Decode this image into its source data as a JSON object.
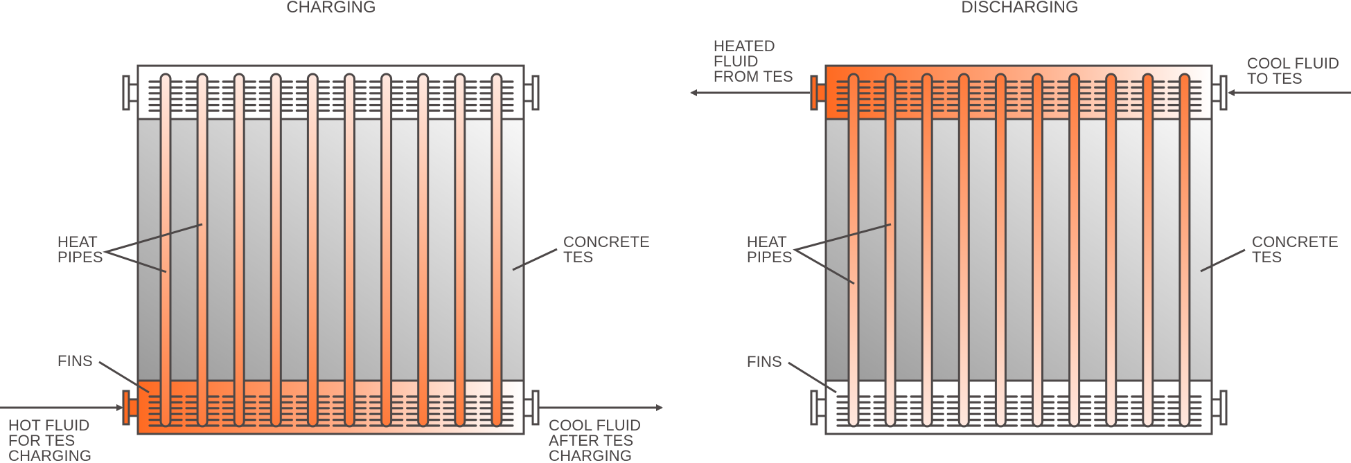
{
  "colors": {
    "outline": "#4d4848",
    "hot": "#ff6a21",
    "warm": "#ff9a6a",
    "pale": "#ffe6dc",
    "concrete_dark": "#999999",
    "concrete_light": "#f8f8f8"
  },
  "panels": [
    {
      "id": "charging",
      "title": "CHARGING",
      "pipe_count": 10,
      "hot_side": "bottom",
      "labels": {
        "heat_pipes": [
          "HEAT",
          "PIPES"
        ],
        "concrete": [
          "CONCRETE",
          "TES"
        ],
        "fins": [
          "FINS"
        ],
        "inlet": [
          "HOT FLUID",
          "FOR TES",
          "CHARGING"
        ],
        "outlet": [
          "COOL FLUID",
          "AFTER TES",
          "CHARGING"
        ]
      },
      "flow": "left-to-right-bottom"
    },
    {
      "id": "discharging",
      "title": "DISCHARGING",
      "pipe_count": 10,
      "hot_side": "top",
      "labels": {
        "heat_pipes": [
          "HEAT",
          "PIPES"
        ],
        "concrete": [
          "CONCRETE",
          "TES"
        ],
        "fins": [
          "FINS"
        ],
        "inlet": [
          "COOL FLUID",
          "TO TES"
        ],
        "outlet": [
          "HEATED",
          "FLUID",
          "FROM TES"
        ]
      },
      "flow": "right-to-left-top"
    }
  ]
}
